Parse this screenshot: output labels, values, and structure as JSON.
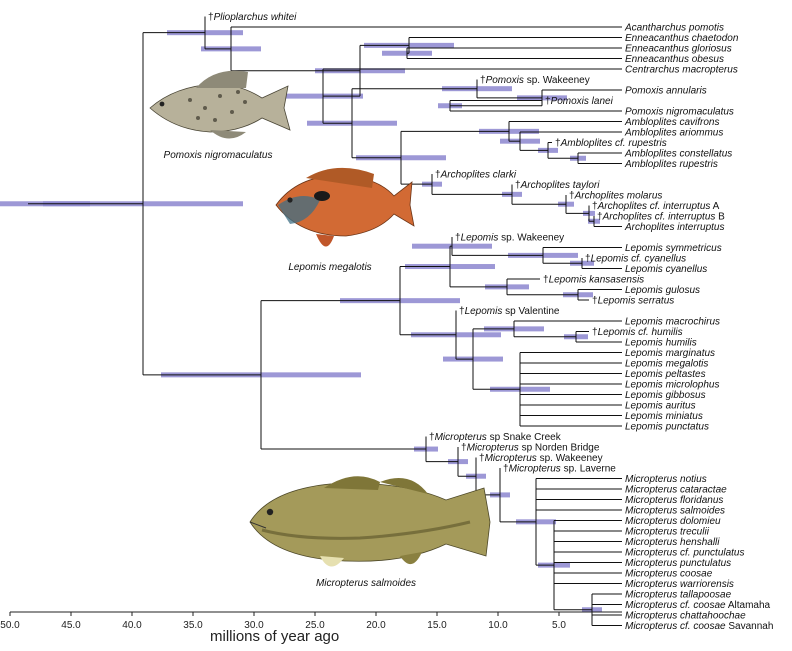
{
  "axis": {
    "title": "millions of year ago",
    "ticks": [
      {
        "v": 50,
        "label": "50.0"
      },
      {
        "v": 45,
        "label": "45.0"
      },
      {
        "v": 40,
        "label": "40.0"
      },
      {
        "v": 35,
        "label": "35.0"
      },
      {
        "v": 30,
        "label": "30.0"
      },
      {
        "v": 25,
        "label": "25.0"
      },
      {
        "v": 20,
        "label": "20.0"
      },
      {
        "v": 15,
        "label": "15.0"
      },
      {
        "v": 10,
        "label": "10.0"
      },
      {
        "v": 5,
        "label": "5.0"
      }
    ]
  },
  "colors": {
    "branch": "#111111",
    "ci_bar": "#8c86cf",
    "ci_bar_edge": "#5a55a8"
  },
  "photos": [
    {
      "name": "pomoxis-photo",
      "caption": "Pomoxis nigromaculatus"
    },
    {
      "name": "lepomis-photo",
      "caption": "Lepomis megalotis"
    },
    {
      "name": "micropterus-photo",
      "caption": "Micropterus salmoides"
    }
  ],
  "taxa": [
    {
      "id": "t1",
      "fossil": true,
      "parts": [
        {
          "t": "Plioplarchus whitei",
          "i": true
        }
      ]
    },
    {
      "id": "t2",
      "parts": [
        {
          "t": "Acantharchus pomotis",
          "i": true
        }
      ]
    },
    {
      "id": "t3",
      "parts": [
        {
          "t": "Enneacanthus chaetodon",
          "i": true
        }
      ]
    },
    {
      "id": "t4",
      "parts": [
        {
          "t": "Enneacanthus gloriosus",
          "i": true
        }
      ]
    },
    {
      "id": "t5",
      "parts": [
        {
          "t": "Enneacanthus obesus",
          "i": true
        }
      ]
    },
    {
      "id": "t6",
      "parts": [
        {
          "t": "Centrarchus macropterus",
          "i": true
        }
      ]
    },
    {
      "id": "t7",
      "fossil": true,
      "parts": [
        {
          "t": "Pomoxis",
          "i": true
        },
        {
          "t": " sp. Wakeeney",
          "i": false
        }
      ]
    },
    {
      "id": "t8",
      "parts": [
        {
          "t": "Pomoxis annularis",
          "i": true
        }
      ]
    },
    {
      "id": "t9",
      "fossil": true,
      "parts": [
        {
          "t": "Pomoxis lanei",
          "i": true
        }
      ]
    },
    {
      "id": "t10",
      "parts": [
        {
          "t": "Pomoxis nigromaculatus",
          "i": true
        }
      ]
    },
    {
      "id": "t11",
      "parts": [
        {
          "t": "Ambloplites cavifrons",
          "i": true
        }
      ]
    },
    {
      "id": "t12",
      "parts": [
        {
          "t": "Ambloplites ariommus",
          "i": true
        }
      ]
    },
    {
      "id": "t13",
      "fossil": true,
      "parts": [
        {
          "t": "Ambloplites cf. rupestris",
          "i": true
        }
      ]
    },
    {
      "id": "t14",
      "parts": [
        {
          "t": "Ambloplites constellatus",
          "i": true
        }
      ]
    },
    {
      "id": "t15",
      "parts": [
        {
          "t": "Ambloplites rupestris",
          "i": true
        }
      ]
    },
    {
      "id": "t16",
      "fossil": true,
      "parts": [
        {
          "t": "Archoplites clarki",
          "i": true
        }
      ]
    },
    {
      "id": "t17",
      "fossil": true,
      "parts": [
        {
          "t": "Archoplites taylori",
          "i": true
        }
      ]
    },
    {
      "id": "t18",
      "fossil": true,
      "parts": [
        {
          "t": "Archoplites molarus",
          "i": true
        }
      ]
    },
    {
      "id": "t19",
      "fossil": true,
      "parts": [
        {
          "t": "Archoplites cf. interruptus",
          "i": true
        },
        {
          "t": " A",
          "i": false
        }
      ]
    },
    {
      "id": "t20",
      "fossil": true,
      "parts": [
        {
          "t": "Archoplites cf. interruptus",
          "i": true
        },
        {
          "t": " B",
          "i": false
        }
      ]
    },
    {
      "id": "t21",
      "parts": [
        {
          "t": "Archoplites interruptus",
          "i": true
        }
      ]
    },
    {
      "id": "t22",
      "fossil": true,
      "parts": [
        {
          "t": "Lepomis",
          "i": true
        },
        {
          "t": " sp. Wakeeney",
          "i": false
        }
      ]
    },
    {
      "id": "t23",
      "parts": [
        {
          "t": "Lepomis symmetricus",
          "i": true
        }
      ]
    },
    {
      "id": "t24",
      "fossil": true,
      "parts": [
        {
          "t": "Lepomis cf. cyanellus",
          "i": true
        }
      ]
    },
    {
      "id": "t25",
      "parts": [
        {
          "t": "Lepomis cyanellus",
          "i": true
        }
      ]
    },
    {
      "id": "t26",
      "fossil": true,
      "parts": [
        {
          "t": "Lepomis kansasensis",
          "i": true
        }
      ]
    },
    {
      "id": "t27",
      "parts": [
        {
          "t": "Lepomis gulosus",
          "i": true
        }
      ]
    },
    {
      "id": "t28",
      "fossil": true,
      "parts": [
        {
          "t": "Lepomis serratus",
          "i": true
        }
      ]
    },
    {
      "id": "t29",
      "fossil": true,
      "parts": [
        {
          "t": "Lepomis",
          "i": true
        },
        {
          "t": " sp Valentine",
          "i": false
        }
      ]
    },
    {
      "id": "t30",
      "parts": [
        {
          "t": "Lepomis macrochirus",
          "i": true
        }
      ]
    },
    {
      "id": "t31",
      "fossil": true,
      "parts": [
        {
          "t": "Lepomis cf. humilis",
          "i": true
        }
      ]
    },
    {
      "id": "t32",
      "parts": [
        {
          "t": "Lepomis humilis",
          "i": true
        }
      ]
    },
    {
      "id": "t33",
      "parts": [
        {
          "t": "Lepomis marginatus",
          "i": true
        }
      ]
    },
    {
      "id": "t34",
      "parts": [
        {
          "t": "Lepomis megalotis",
          "i": true
        }
      ]
    },
    {
      "id": "t35",
      "parts": [
        {
          "t": "Lepomis peltastes",
          "i": true
        }
      ]
    },
    {
      "id": "t36",
      "parts": [
        {
          "t": "Lepomis microlophus",
          "i": true
        }
      ]
    },
    {
      "id": "t37",
      "parts": [
        {
          "t": "Lepomis gibbosus",
          "i": true
        }
      ]
    },
    {
      "id": "t38",
      "parts": [
        {
          "t": "Lepomis auritus",
          "i": true
        }
      ]
    },
    {
      "id": "t39",
      "parts": [
        {
          "t": "Lepomis miniatus",
          "i": true
        }
      ]
    },
    {
      "id": "t40",
      "parts": [
        {
          "t": "Lepomis punctatus",
          "i": true
        }
      ]
    },
    {
      "id": "t41",
      "fossil": true,
      "parts": [
        {
          "t": "Micropterus",
          "i": true
        },
        {
          "t": " sp Snake Creek",
          "i": false
        }
      ]
    },
    {
      "id": "t42",
      "fossil": true,
      "parts": [
        {
          "t": "Micropterus",
          "i": true
        },
        {
          "t": " sp Norden Bridge",
          "i": false
        }
      ]
    },
    {
      "id": "t43",
      "fossil": true,
      "parts": [
        {
          "t": "Micropterus",
          "i": true
        },
        {
          "t": " sp. Wakeeney",
          "i": false
        }
      ]
    },
    {
      "id": "t44",
      "fossil": true,
      "parts": [
        {
          "t": "Micropterus",
          "i": true
        },
        {
          "t": " sp. Laverne",
          "i": false
        }
      ]
    },
    {
      "id": "t45",
      "parts": [
        {
          "t": "Micropterus notius",
          "i": true
        }
      ]
    },
    {
      "id": "t46",
      "parts": [
        {
          "t": "Micropterus cataractae",
          "i": true
        }
      ]
    },
    {
      "id": "t47",
      "parts": [
        {
          "t": "Micropterus floridanus",
          "i": true
        }
      ]
    },
    {
      "id": "t48",
      "parts": [
        {
          "t": "Micropterus salmoides",
          "i": true
        }
      ]
    },
    {
      "id": "t49",
      "parts": [
        {
          "t": "Micropterus dolomieu",
          "i": true
        }
      ]
    },
    {
      "id": "t50",
      "parts": [
        {
          "t": "Micropterus treculii",
          "i": true
        }
      ]
    },
    {
      "id": "t51",
      "parts": [
        {
          "t": "Micropterus henshalli",
          "i": true
        }
      ]
    },
    {
      "id": "t52",
      "parts": [
        {
          "t": "Micropterus cf. punctulatus",
          "i": true
        }
      ]
    },
    {
      "id": "t53",
      "parts": [
        {
          "t": "Micropterus punctulatus",
          "i": true
        }
      ]
    },
    {
      "id": "t54",
      "parts": [
        {
          "t": "Micropterus coosae",
          "i": true
        }
      ]
    },
    {
      "id": "t55",
      "parts": [
        {
          "t": "Micropterus warriorensis",
          "i": true
        }
      ]
    },
    {
      "id": "t56",
      "parts": [
        {
          "t": "Micropterus tallapoosae",
          "i": true
        }
      ]
    },
    {
      "id": "t57",
      "parts": [
        {
          "t": "Micropterus cf. coosae",
          "i": true
        },
        {
          "t": " Altamaha",
          "i": false
        }
      ]
    },
    {
      "id": "t58",
      "parts": [
        {
          "t": "Micropterus chattahoochae",
          "i": true
        }
      ]
    },
    {
      "id": "t59",
      "parts": [
        {
          "t": "Micropterus cf. coosae",
          "i": true
        },
        {
          "t": " Savannah",
          "i": false
        }
      ]
    }
  ]
}
